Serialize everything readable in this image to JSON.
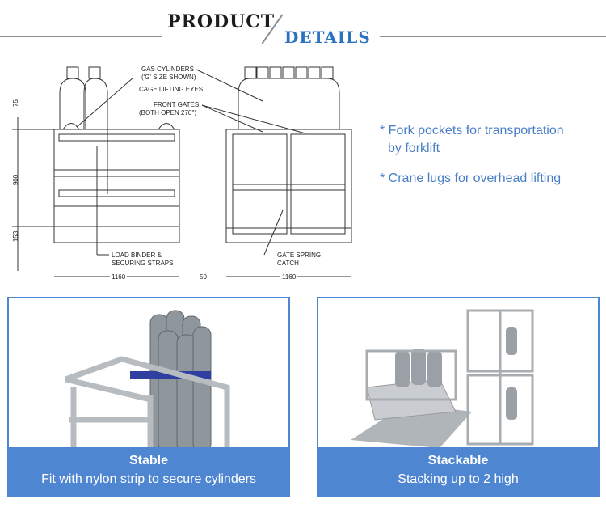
{
  "header": {
    "title_part1": "PRODUCT",
    "title_part2": "DETAILS"
  },
  "drawing": {
    "labels": {
      "gas_cylinders": "GAS CYLINDERS",
      "g_size": "('G' SIZE SHOWN)",
      "lifting_eyes": "CAGE LIFTING EYES",
      "front_gates": "FRONT GATES",
      "gates_open": "(BOTH OPEN 270°)",
      "load_binder": "LOAD BINDER &",
      "straps": "SECURING STRAPS",
      "gate_spring": "GATE SPRING",
      "catch": "CATCH"
    },
    "dimensions": {
      "top": "75",
      "height": "900",
      "base": "153",
      "width_left": "1160",
      "gap": "50",
      "width_right": "1160"
    }
  },
  "features": [
    "* Fork pockets for transportation",
    "by forklift",
    "* Crane lugs for overhead lifting"
  ],
  "panels": [
    {
      "title": "Stable",
      "subtitle": "Fit with nylon strip to secure cylinders"
    },
    {
      "title": "Stackable",
      "subtitle": "Stacking up to 2 high"
    }
  ],
  "colors": {
    "accent": "#4f86d2",
    "heading_blue": "#2d72c1"
  }
}
